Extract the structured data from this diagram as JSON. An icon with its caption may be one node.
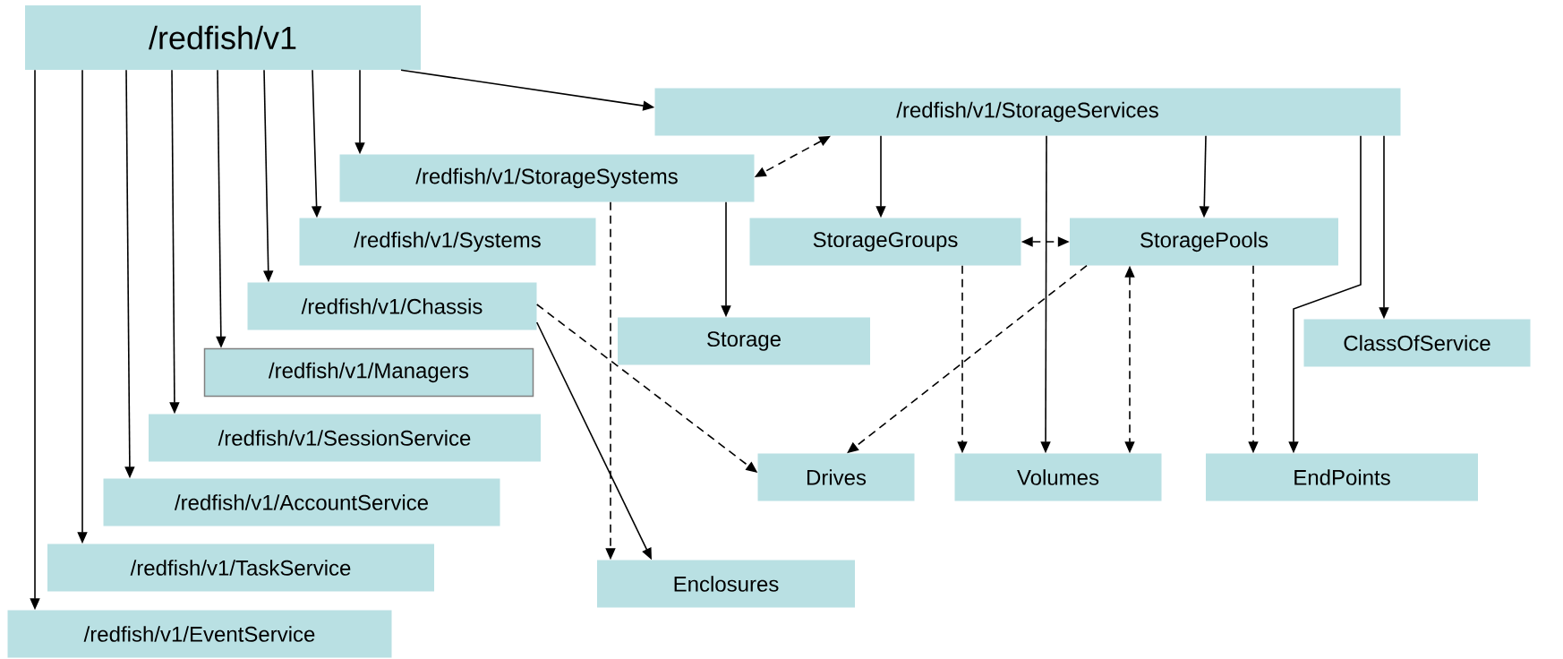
{
  "diagram": {
    "nodes": [
      {
        "text": [
          "/redfish/v1"
        ]
      },
      {
        "text": [
          "/redfish/v1/StorageServices"
        ]
      },
      {
        "text": [
          "/redfish/v1/StorageSystems"
        ]
      },
      {
        "text": [
          "/redfish/v1/Systems"
        ]
      },
      {
        "text": [
          "/redfish/v1/Chassis"
        ]
      },
      {
        "text": [
          "/redfish/v1/Managers"
        ]
      },
      {
        "text": [
          "/redfish/v1/SessionService"
        ]
      },
      {
        "text": [
          "/redfish/v1/AccountService"
        ]
      },
      {
        "text": [
          "/redfish/v1/TaskService"
        ]
      },
      {
        "text": [
          "/redfish/v1/EventService"
        ]
      },
      {
        "text": [
          "StorageGroups"
        ]
      },
      {
        "text": [
          "StoragePools"
        ]
      },
      {
        "text": [
          "Storage"
        ]
      },
      {
        "text": [
          "ClassOfService"
        ]
      },
      {
        "text": [
          "Drives"
        ]
      },
      {
        "text": [
          "Volumes"
        ]
      },
      {
        "text": [
          "EndPoints"
        ]
      },
      {
        "text": [
          "Enclosures"
        ]
      }
    ],
    "edges": [
      {
        "from": 0,
        "to": 9,
        "arrow": "to"
      },
      {
        "from": 0,
        "to": 8,
        "arrow": "to"
      },
      {
        "from": 0,
        "to": 7,
        "arrow": "to"
      },
      {
        "from": 0,
        "to": 6,
        "arrow": "to"
      },
      {
        "from": 0,
        "to": 5,
        "arrow": "to"
      },
      {
        "from": 0,
        "to": 4,
        "arrow": "to"
      },
      {
        "from": 0,
        "to": 3,
        "arrow": "to"
      },
      {
        "from": 0,
        "to": 2,
        "arrow": "to"
      },
      {
        "from": 0,
        "to": 1,
        "arrow": "to"
      },
      {
        "from": 1,
        "to": 2,
        "arrow": "both",
        "style": "dashed"
      },
      {
        "from": 1,
        "to": 10,
        "arrow": "to"
      },
      {
        "from": 1,
        "to": 15,
        "arrow": "to"
      },
      {
        "from": 1,
        "to": 11,
        "arrow": "to"
      },
      {
        "from": 1,
        "to": 16,
        "arrow": "to"
      },
      {
        "from": 1,
        "to": 13,
        "arrow": "to"
      },
      {
        "from": 2,
        "to": 12,
        "arrow": "to"
      },
      {
        "from": 2,
        "to": 17,
        "arrow": "to",
        "style": "dashed"
      },
      {
        "from": 4,
        "to": 14,
        "arrow": "to",
        "style": "dashed"
      },
      {
        "from": 4,
        "to": 17,
        "arrow": "to"
      },
      {
        "from": 10,
        "to": 11,
        "arrow": "both",
        "style": "dashed"
      },
      {
        "from": 10,
        "to": 15,
        "arrow": "to",
        "style": "dashed"
      },
      {
        "from": 11,
        "to": 14,
        "arrow": "to",
        "style": "dashed"
      },
      {
        "from": 11,
        "to": 15,
        "arrow": "both",
        "style": "dashed"
      },
      {
        "from": 11,
        "to": 16,
        "arrow": "to",
        "style": "dashed"
      }
    ]
  }
}
